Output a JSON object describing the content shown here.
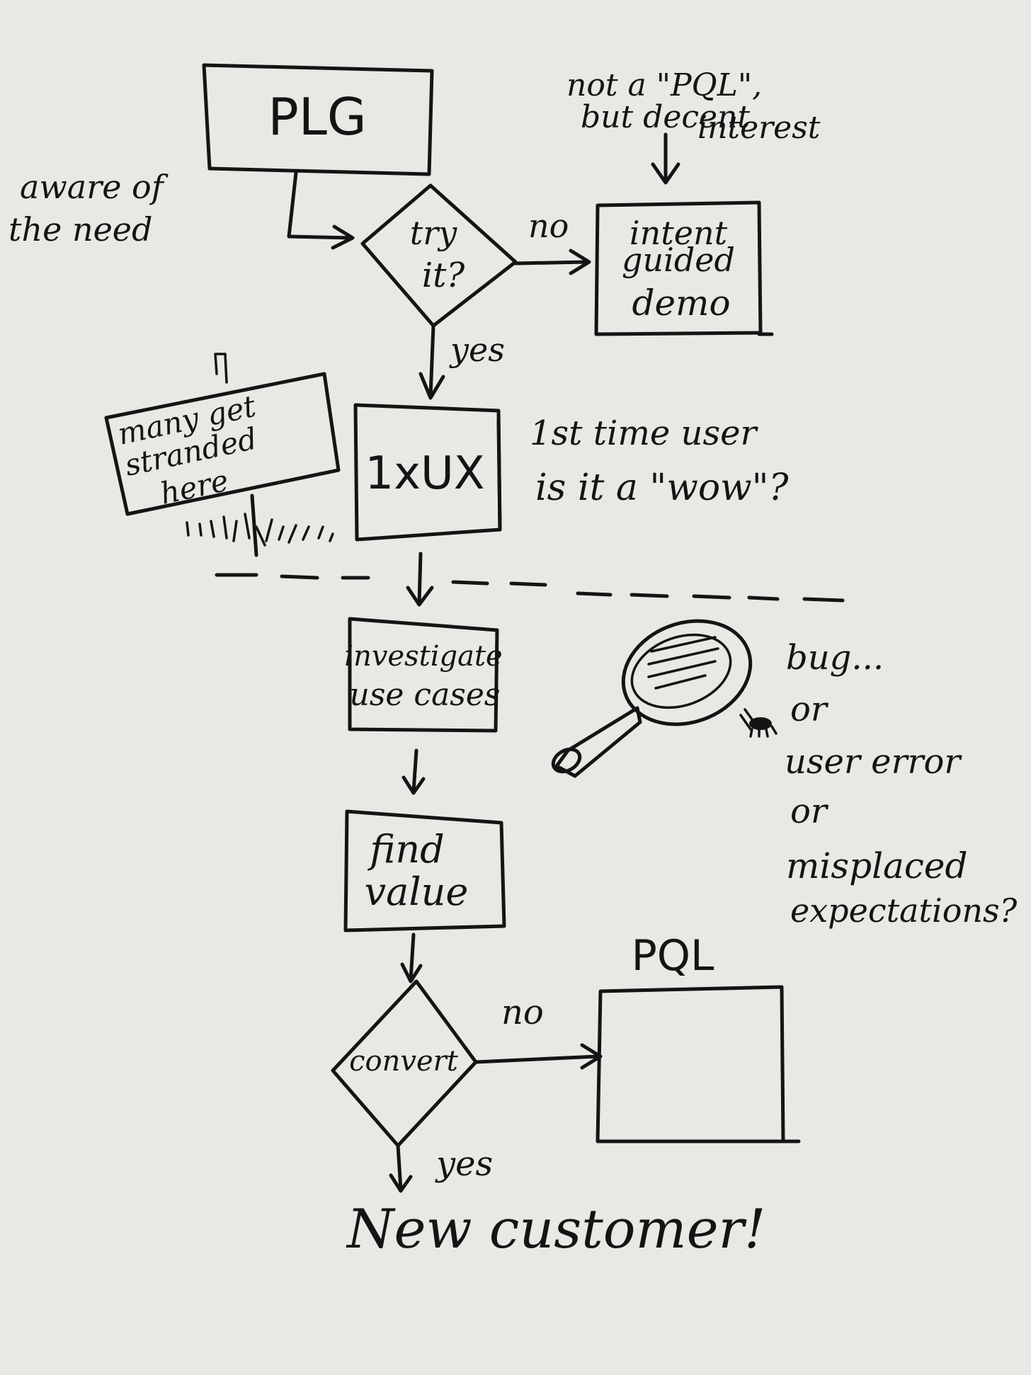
{
  "nodes": {
    "plg": "PLG",
    "try_it_line1": "try",
    "try_it_line2": "it?",
    "demo_line1": "intent",
    "demo_line2": "guided",
    "demo_line3": "demo",
    "first_ux": "1xUX",
    "investigate_line1": "investigate",
    "investigate_line2": "use cases",
    "find_value_line1": "find",
    "find_value_line2": "value",
    "convert": "convert",
    "pql_label": "PQL",
    "new_customer": "New customer!"
  },
  "edges": {
    "try_no": "no",
    "try_yes": "yes",
    "convert_no": "no",
    "convert_yes": "yes"
  },
  "annotations": {
    "aware_line1": "aware of",
    "aware_line2": "the need",
    "not_pql_line1": "not a \"PQL\",",
    "not_pql_line2": "but decent",
    "not_pql_line3": "interest",
    "first_time_line1": "1st time user",
    "first_time_line2": "is it a \"wow\"?",
    "stranded_line1": "many get",
    "stranded_line2": "stranded",
    "stranded_line3": "here",
    "bug_line1": "bug...",
    "bug_line2": "or",
    "bug_line3": "user error",
    "bug_line4": "or",
    "bug_line5": "misplaced",
    "bug_line6": "expectations?"
  },
  "icons": [
    "magnifying-glass-icon",
    "bug-icon",
    "signpost-icon",
    "grass-tufts"
  ],
  "colors": {
    "ink": "#141414",
    "paper": "#e9e8e4"
  }
}
